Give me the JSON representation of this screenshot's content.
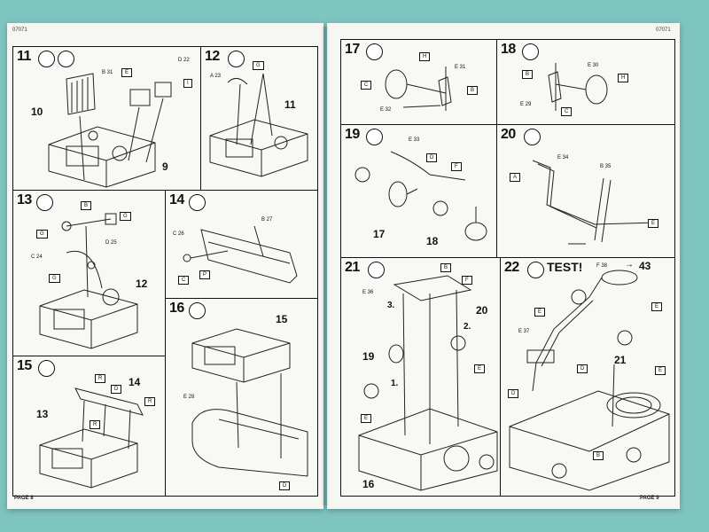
{
  "document": {
    "code_left": "07071",
    "code_right": "07071",
    "page_left": "PAGE 8",
    "page_right": "PAGE 9"
  },
  "left_page": {
    "panel_11": {
      "step": "11",
      "callouts": [
        "10",
        "9"
      ],
      "tags": [
        "B 31",
        "E",
        "D 22",
        "I"
      ]
    },
    "panel_12": {
      "step": "12",
      "callouts": [
        "11"
      ],
      "tags": [
        "A 23",
        "G"
      ]
    },
    "panel_13": {
      "step": "13",
      "callouts": [
        "12"
      ],
      "tags": [
        "B",
        "G",
        "G",
        "D 25",
        "C 24",
        "G"
      ]
    },
    "panel_14": {
      "step": "14",
      "tags": [
        "C 26",
        "B 27",
        "C",
        "P"
      ]
    },
    "panel_15": {
      "step": "15",
      "callouts": [
        "14",
        "13"
      ],
      "tags": [
        "R",
        "D",
        "R",
        "R"
      ]
    },
    "panel_16": {
      "step": "16",
      "callouts": [
        "15"
      ],
      "tags": [
        "E 28",
        "D"
      ]
    }
  },
  "right_page": {
    "panel_17": {
      "step": "17",
      "tags": [
        "H",
        "C",
        "E 31",
        "B",
        "E 32"
      ]
    },
    "panel_18": {
      "step": "18",
      "tags": [
        "B",
        "E 30",
        "H",
        "E 29",
        "C"
      ]
    },
    "panel_19": {
      "step": "19",
      "callouts": [
        "17",
        "18"
      ],
      "tags": [
        "E 33",
        "D",
        "F"
      ]
    },
    "panel_20": {
      "step": "20",
      "tags": [
        "E 34",
        "B 35",
        "A",
        "E"
      ]
    },
    "panel_21": {
      "step": "21",
      "callouts": [
        "3.",
        "20",
        "2.",
        "19",
        "1.",
        "16"
      ],
      "tags": [
        "B",
        "E 36",
        "F",
        "E",
        "E"
      ]
    },
    "panel_22": {
      "step": "22",
      "test_label": "TEST!",
      "arrow_ref": "43",
      "ref_tag": "F 38",
      "callouts": [
        "21"
      ],
      "tags": [
        "E",
        "E",
        "E 37",
        "D",
        "E",
        "D",
        "B"
      ]
    }
  }
}
